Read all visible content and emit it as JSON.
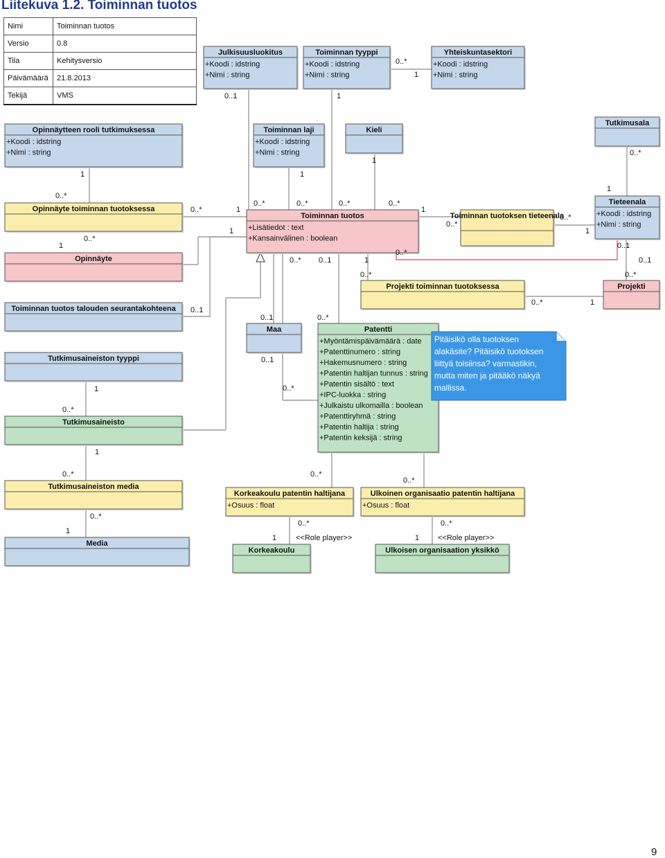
{
  "title": "Liitekuva 1.2. Toiminnan tuotos",
  "meta": [
    {
      "key": "Nimi",
      "value": "Toiminnan tuotos"
    },
    {
      "key": "Versio",
      "value": "0.8"
    },
    {
      "key": "Tila",
      "value": "Kehitysversio"
    },
    {
      "key": "Päivämäärä",
      "value": "21.8.2013"
    },
    {
      "key": "Tekijä",
      "value": "VMS"
    }
  ],
  "colors": {
    "blue": "#c5d7ea",
    "pink": "#f7c6c9",
    "yellow": "#fbeeac",
    "green": "#bfe2c4",
    "note": "#3b97e6",
    "line": "#8a8a8a",
    "redline": "#d66060"
  },
  "classes": [
    {
      "id": "julkisuusluokitus",
      "name": "Julkisuusluokitus",
      "attrs": [
        "+Koodi : idstring",
        "+Nimi : string"
      ]
    },
    {
      "id": "toiminnan-tyyppi",
      "name": "Toiminnan tyyppi",
      "attrs": [
        "+Koodi : idstring",
        "+Nimi : string"
      ]
    },
    {
      "id": "yhteiskuntasektori",
      "name": "Yhteiskuntasektori",
      "attrs": [
        "+Koodi : idstring",
        "+Nimi : string"
      ]
    },
    {
      "id": "opinnaytteen-rooli",
      "name": "Opinnäytteen rooli tutkimuksessa",
      "attrs": [
        "+Koodi : idstring",
        "+Nimi : string"
      ]
    },
    {
      "id": "toiminnan-laji",
      "name": "Toiminnan laji",
      "attrs": [
        "+Koodi : idstring",
        "+Nimi : string"
      ]
    },
    {
      "id": "kieli",
      "name": "Kieli",
      "attrs": []
    },
    {
      "id": "tutkimusala",
      "name": "Tutkimusala",
      "attrs": []
    },
    {
      "id": "opinnayte-toiminnan",
      "name": "Opinnäyte toiminnan tuotoksessa",
      "attrs": []
    },
    {
      "id": "toiminnan-tuotos",
      "name": "Toiminnan tuotos",
      "attrs": [
        "+Lisätiedot : text",
        "+Kansainvälinen : boolean"
      ]
    },
    {
      "id": "tuotoksen-tieteenala",
      "name": "Toiminnan tuotoksen tieteenala",
      "attrs": []
    },
    {
      "id": "tieteenala",
      "name": "Tieteenala",
      "attrs": [
        "+Koodi : idstring",
        "+Nimi : string"
      ]
    },
    {
      "id": "opinnayte",
      "name": "Opinnäyte",
      "attrs": []
    },
    {
      "id": "projekti-toiminnan",
      "name": "Projekti toiminnan tuotoksessa",
      "attrs": []
    },
    {
      "id": "projekti",
      "name": "Projekti",
      "attrs": []
    },
    {
      "id": "talouden-seuranta",
      "name": "Toiminnan tuotos talouden seurantakohteena",
      "attrs": []
    },
    {
      "id": "maa",
      "name": "Maa",
      "attrs": []
    },
    {
      "id": "patentti",
      "name": "Patentti",
      "attrs": [
        "+Myöntämispäivämäärä : date",
        "+Patenttinumero : string",
        "+Hakemusnumero : string",
        "+Patentin haltijan tunnus : string",
        "+Patentin sisältö : text",
        "+IPC-luokka : string",
        "+Julkaistu ulkomailla : boolean",
        "+Patenttiryhmä : string",
        "+Patentin haltija : string",
        "+Patentin keksijä : string"
      ]
    },
    {
      "id": "tutkimusaineiston-tyyppi",
      "name": "Tutkimusaineiston tyyppi",
      "attrs": []
    },
    {
      "id": "tutkimusaineisto",
      "name": "Tutkimusaineisto",
      "attrs": []
    },
    {
      "id": "tutkimusaineiston-media",
      "name": "Tutkimusaineiston media",
      "attrs": []
    },
    {
      "id": "media",
      "name": "Media",
      "attrs": []
    },
    {
      "id": "korkeakoulu-haltijana",
      "name": "Korkeakoulu patentin haltijana",
      "attrs": [
        "+Osuus : float"
      ]
    },
    {
      "id": "ulkoinen-haltijana",
      "name": "Ulkoinen organisaatio patentin haltijana",
      "attrs": [
        "+Osuus : float"
      ]
    },
    {
      "id": "korkeakoulu",
      "name": "Korkeakoulu",
      "attrs": []
    },
    {
      "id": "ulkoisen-yksikko",
      "name": "Ulkoisen organisaation yksikkö",
      "attrs": []
    }
  ],
  "note": {
    "lines": [
      "Pitäisikö olla tuotoksen",
      "alakäsite? Pitäisikö tuotoksen",
      "liittyä toisiinsa? varmastikin,",
      "mutta miten ja pitääkö näkyä",
      "mallissa."
    ]
  },
  "multiplicities": [
    "0..*",
    "1",
    "0..1",
    "0..*",
    "1",
    "1",
    "0..*",
    "0..*",
    "1",
    "0..*",
    "0..*",
    "0..*",
    "0..*",
    "1",
    "1",
    "0..*",
    "1",
    "0..*",
    "1",
    "0..*",
    "0..*",
    "1",
    "0..*",
    "0..*",
    "0..1",
    "1",
    "0..*",
    "0..1",
    "0..*",
    "1",
    "0..1",
    "0..*",
    "0..1",
    "1",
    "0..*",
    "0..*",
    "0..*",
    "1",
    "0..*",
    "1",
    "1",
    "0..*",
    "0..*",
    "1",
    "0..*",
    "1",
    "0..*",
    "1"
  ],
  "stereotypes": [
    "<<Role player>>",
    "<<Role player>>"
  ],
  "page_number": "9"
}
